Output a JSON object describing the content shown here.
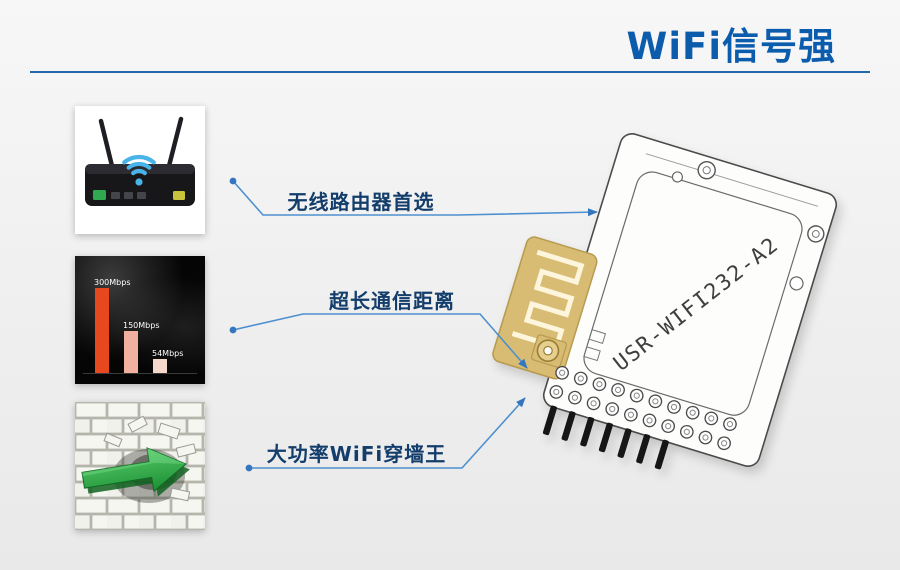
{
  "header": {
    "title": "WiFi信号强",
    "title_color": "#0b5cad",
    "divider_color": "#2268ae"
  },
  "callouts": [
    {
      "label": "无线路由器首选",
      "thumbnail": "wireless-router-photo"
    },
    {
      "label": "超长通信距离",
      "thumbnail": "speed-bar-chart-thumbnail"
    },
    {
      "label": "大功率WiFi穿墙王",
      "thumbnail": "arrow-through-brick-wall-photo"
    }
  ],
  "module": {
    "silkscreen": "USR-WIFI232-A2"
  },
  "chart_data": {
    "type": "bar",
    "categories": [
      "300Mbps",
      "150Mbps",
      "54Mbps"
    ],
    "values": [
      300,
      150,
      54
    ],
    "colors": [
      "#e8481e",
      "#f2b09e",
      "#f6d8cd"
    ],
    "title": "",
    "xlabel": "",
    "ylabel": "",
    "background": "#050505",
    "label_color": "#ffffff",
    "grid": false,
    "legend": false
  },
  "colors": {
    "accent_blue": "#3577be",
    "callout_line_blue": "#4d8fcf",
    "label_navy": "#133d6b",
    "pcb_gold": "#d8bc74",
    "arrow_green": "#1b8f33"
  }
}
